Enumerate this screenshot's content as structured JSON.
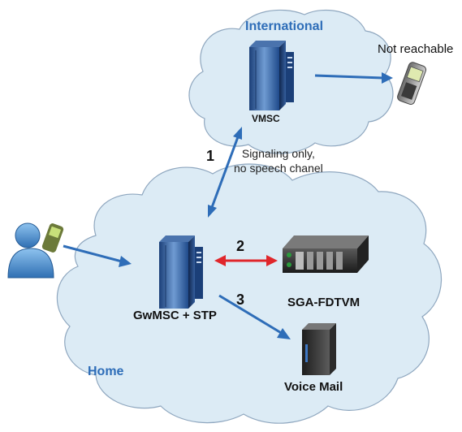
{
  "regions": {
    "international": "International",
    "home": "Home"
  },
  "nodes": {
    "vmsc": "VMSC",
    "gwmsc": "GwMSC + STP",
    "sga": "SGA-FDTVM",
    "voicemail": "Voice Mail"
  },
  "annotations": {
    "not_reachable": "Not reachable",
    "signaling_line1": "Signaling only,",
    "signaling_line2": "no speech chanel"
  },
  "steps": [
    "1",
    "2",
    "3"
  ],
  "colors": {
    "cloud_fill": "#dcebf5",
    "cloud_stroke": "#8fa7bf",
    "arrow_blue": "#2e6db8",
    "arrow_red": "#e0262b",
    "region_text": "#2e6db8"
  },
  "icons": {
    "user": "user-with-phone-icon",
    "server": "server-tower-icon",
    "rack": "rack-device-icon",
    "mobile": "mobile-phone-icon",
    "pc": "pc-tower-icon"
  }
}
